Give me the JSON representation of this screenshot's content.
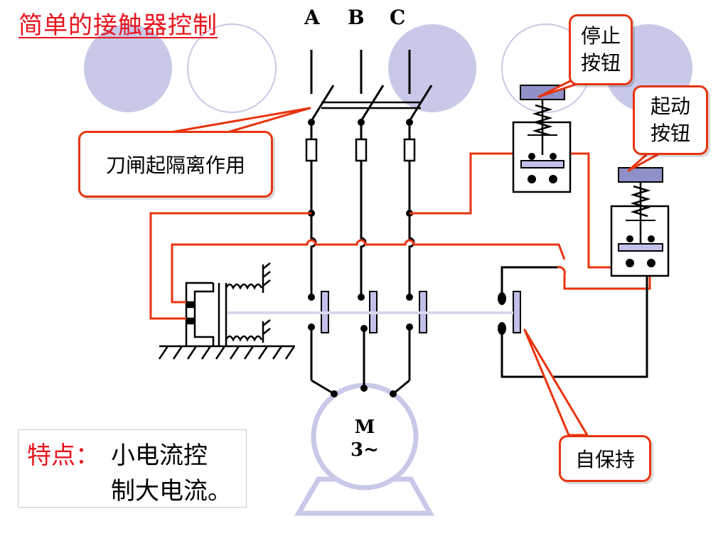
{
  "title": "简单的接触器控制",
  "phases": [
    "A",
    "B",
    "C"
  ],
  "callouts": {
    "stop_button": [
      "停止",
      "按钮"
    ],
    "start_button": [
      "起动",
      "按钮"
    ],
    "knife_switch": "刀闸起隔离作用",
    "self_hold": "自保持"
  },
  "motor": {
    "line1": "M",
    "line2": "3~"
  },
  "feature": {
    "label": "特点：",
    "line1": "小电流控",
    "line2": "制大电流。"
  },
  "colors": {
    "title_red": "#e8141c",
    "control_wire": "#e8340f",
    "deco_circle": "#c8c8e8",
    "contact_bar": "#c0c0e8",
    "button_cap": "#9090c8"
  }
}
